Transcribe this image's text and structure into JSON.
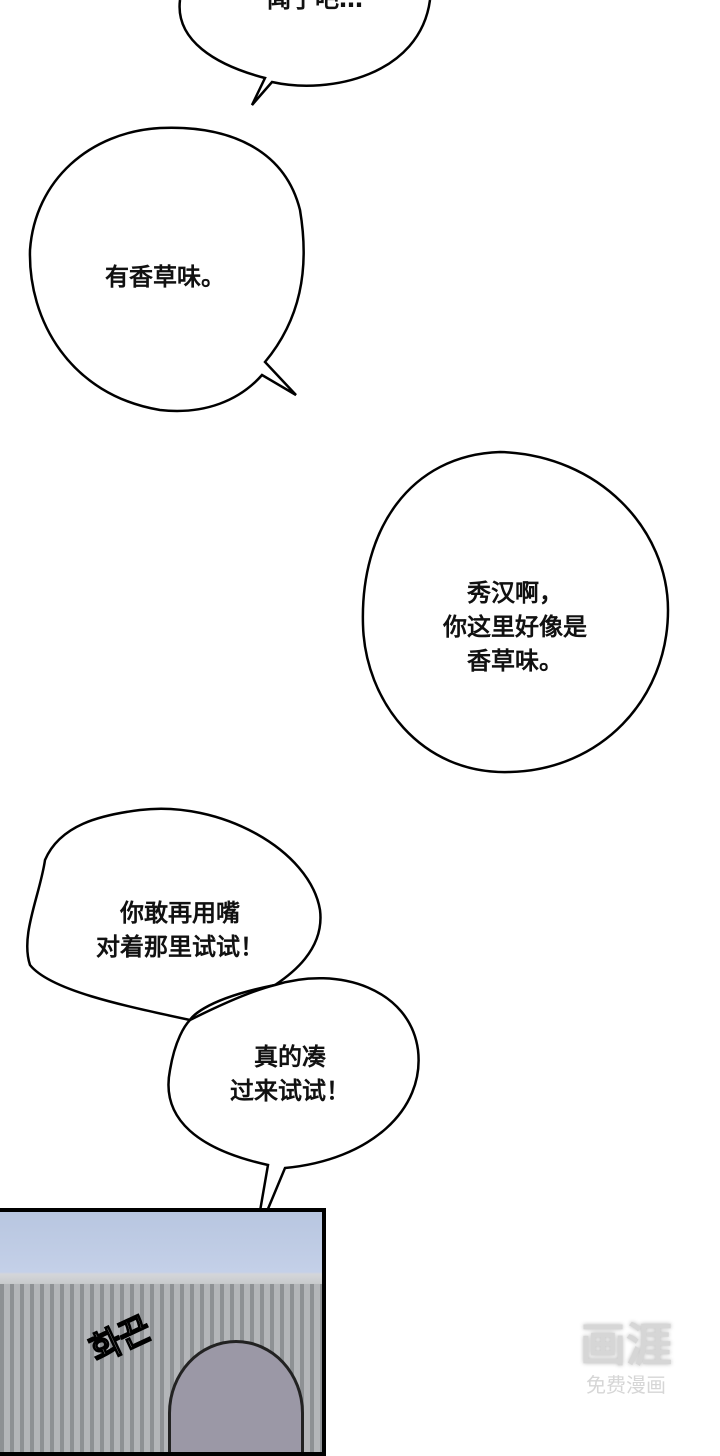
{
  "bubbles": {
    "top_partial": "闻了吧…",
    "b1": "有香草味。",
    "b2": "秀汉啊，\n你这里好像是\n香草味。",
    "b3": "你敢再用嘴\n对着那里试试！",
    "b4": "真的凑\n过来试试！"
  },
  "panel": {
    "sfx": "화끈"
  },
  "watermark": {
    "logo": "画涯",
    "tagline": "免费漫画"
  }
}
